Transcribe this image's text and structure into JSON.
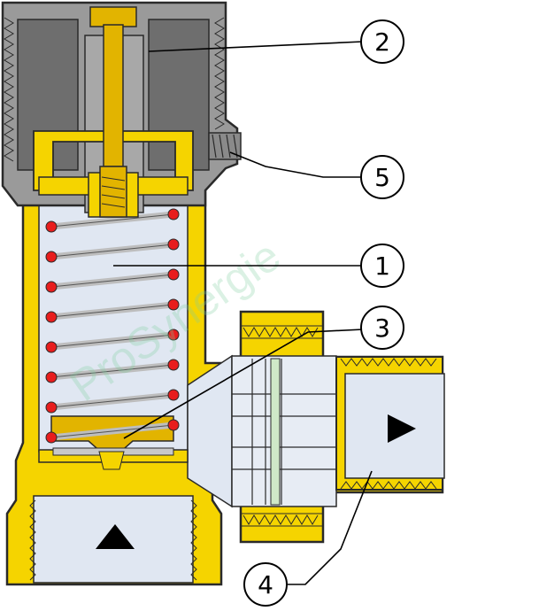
{
  "diagram": {
    "watermark": "ProSynergie",
    "callouts": [
      {
        "id": "c2",
        "label": "2"
      },
      {
        "id": "c5",
        "label": "5"
      },
      {
        "id": "c1",
        "label": "1"
      },
      {
        "id": "c3",
        "label": "3"
      },
      {
        "id": "c4",
        "label": "4"
      }
    ],
    "flow_arrows": [
      {
        "name": "flow-inlet-arrow",
        "direction": "up"
      },
      {
        "name": "flow-outlet-arrow",
        "direction": "right"
      }
    ],
    "colors": {
      "brass": "#f5d400",
      "brass_outline": "#2a2a2a",
      "cap_grey": "#9a9a9a",
      "cap_dark": "#6e6e6e",
      "chamber": "#e0e7f2",
      "spring_dot": "#e81d1d",
      "stem": "#e2b400"
    }
  }
}
